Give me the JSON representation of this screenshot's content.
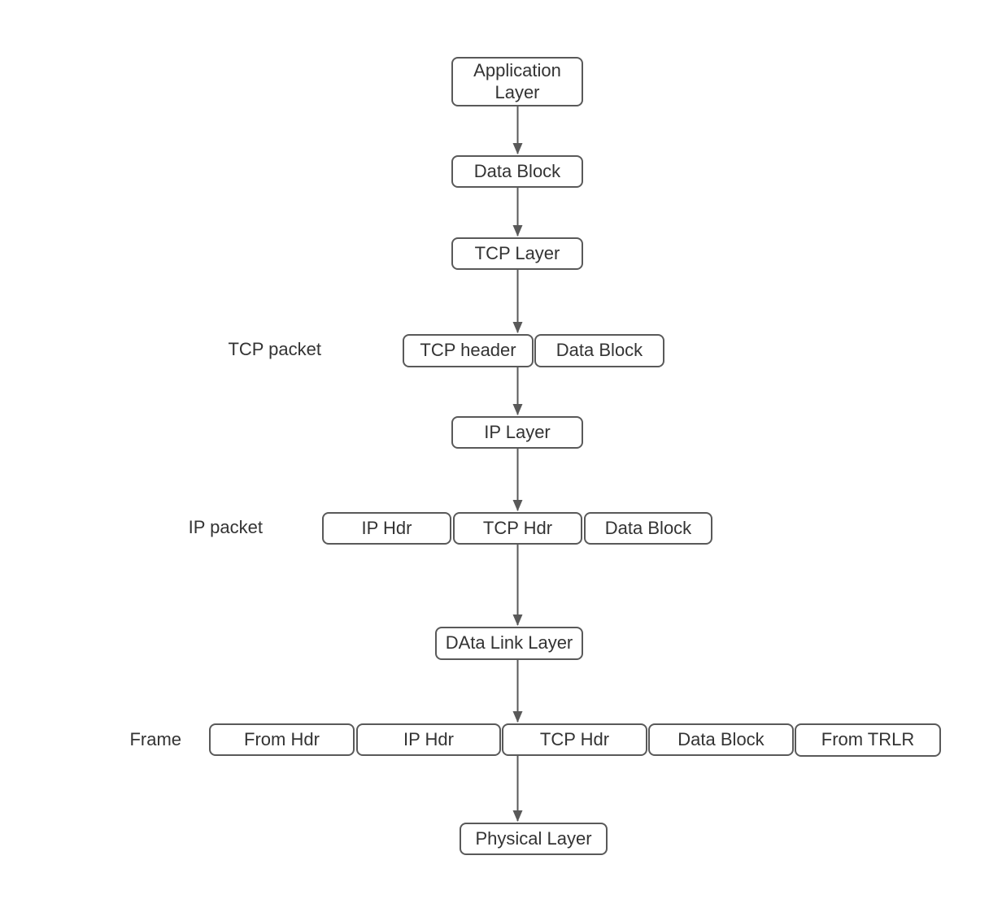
{
  "colors": {
    "stroke": "#595959",
    "text": "#333333",
    "background": "#ffffff"
  },
  "nodes": {
    "application_layer": {
      "label": "Application Layer"
    },
    "data_block_top": {
      "label": "Data Block"
    },
    "tcp_layer": {
      "label": "TCP Layer"
    },
    "tcp_packet_header": {
      "label": "TCP header"
    },
    "tcp_packet_data_block": {
      "label": "Data Block"
    },
    "ip_layer": {
      "label": "IP Layer"
    },
    "ip_packet_ip_hdr": {
      "label": "IP Hdr"
    },
    "ip_packet_tcp_hdr": {
      "label": "TCP Hdr"
    },
    "ip_packet_data_block": {
      "label": "Data Block"
    },
    "data_link_layer": {
      "label": "DAta Link Layer"
    },
    "frame_from_hdr": {
      "label": "From Hdr"
    },
    "frame_ip_hdr": {
      "label": "IP Hdr"
    },
    "frame_tcp_hdr": {
      "label": "TCP Hdr"
    },
    "frame_data_block": {
      "label": "Data Block"
    },
    "frame_from_trlr": {
      "label": "From TRLR"
    },
    "physical_layer": {
      "label": "Physical Layer"
    }
  },
  "row_labels": {
    "tcp_packet": "TCP packet",
    "ip_packet": "IP packet",
    "frame": "Frame"
  }
}
